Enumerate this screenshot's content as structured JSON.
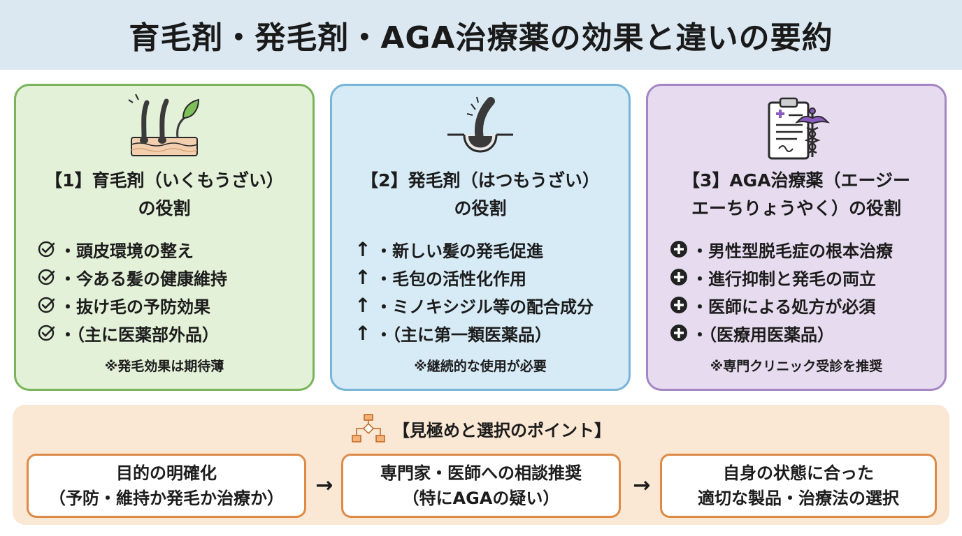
{
  "header": {
    "title": "育毛剤・発毛剤・AGA治療薬の効果と違いの要約"
  },
  "cards": [
    {
      "title_line1": "【1】育毛剤（いくもうざい）",
      "title_line2": "の役割",
      "items": [
        "・頭皮環境の整え",
        "・今ある髪の健康維持",
        "・抜け毛の予防効果",
        "・（主に医薬部外品）"
      ],
      "note": "※発毛効果は期待薄",
      "accent": "#79b35a"
    },
    {
      "title_line1": "【2】発毛剤（はつもうざい）",
      "title_line2": "の役割",
      "marker": "↑",
      "items": [
        "・新しい髪の発毛促進",
        "・毛包の活性化作用",
        "・ミノキシジル等の配合成分",
        "・（主に第一類医薬品）"
      ],
      "note": "※継続的な使用が必要",
      "accent": "#77b5d8"
    },
    {
      "title_line1": "【3】AGA治療薬（エージー",
      "title_line2": "エーちりょうやく）の役割",
      "items": [
        "・男性型脱毛症の根本治療",
        "・進行抑制と発毛の両立",
        "・医師による処方が必須",
        "・（医療用医薬品）"
      ],
      "note": "※専門クリニック受診を推奨",
      "accent": "#a586c4"
    }
  ],
  "bottom": {
    "title": "【見極めと選択のポイント】",
    "arrow": "→",
    "steps": [
      {
        "line1": "目的の明確化",
        "line2": "（予防・維持か発毛か治療か）"
      },
      {
        "line1": "専門家・医師への相談推奨",
        "line2": "（特にAGAの疑い）"
      },
      {
        "line1": "自身の状態に合った",
        "line2": "適切な製品・治療法の選択"
      }
    ]
  },
  "icons": [
    "hair-growth-leaf-icon",
    "hair-follicle-icon",
    "medical-clipboard-caduceus-icon",
    "check-circle-icon",
    "plus-circle-icon",
    "flowchart-icon"
  ],
  "colors": {
    "header_bg": "#dbe8f1",
    "bottom_bg": "#fae7d4",
    "step_border": "#dd8a46"
  }
}
